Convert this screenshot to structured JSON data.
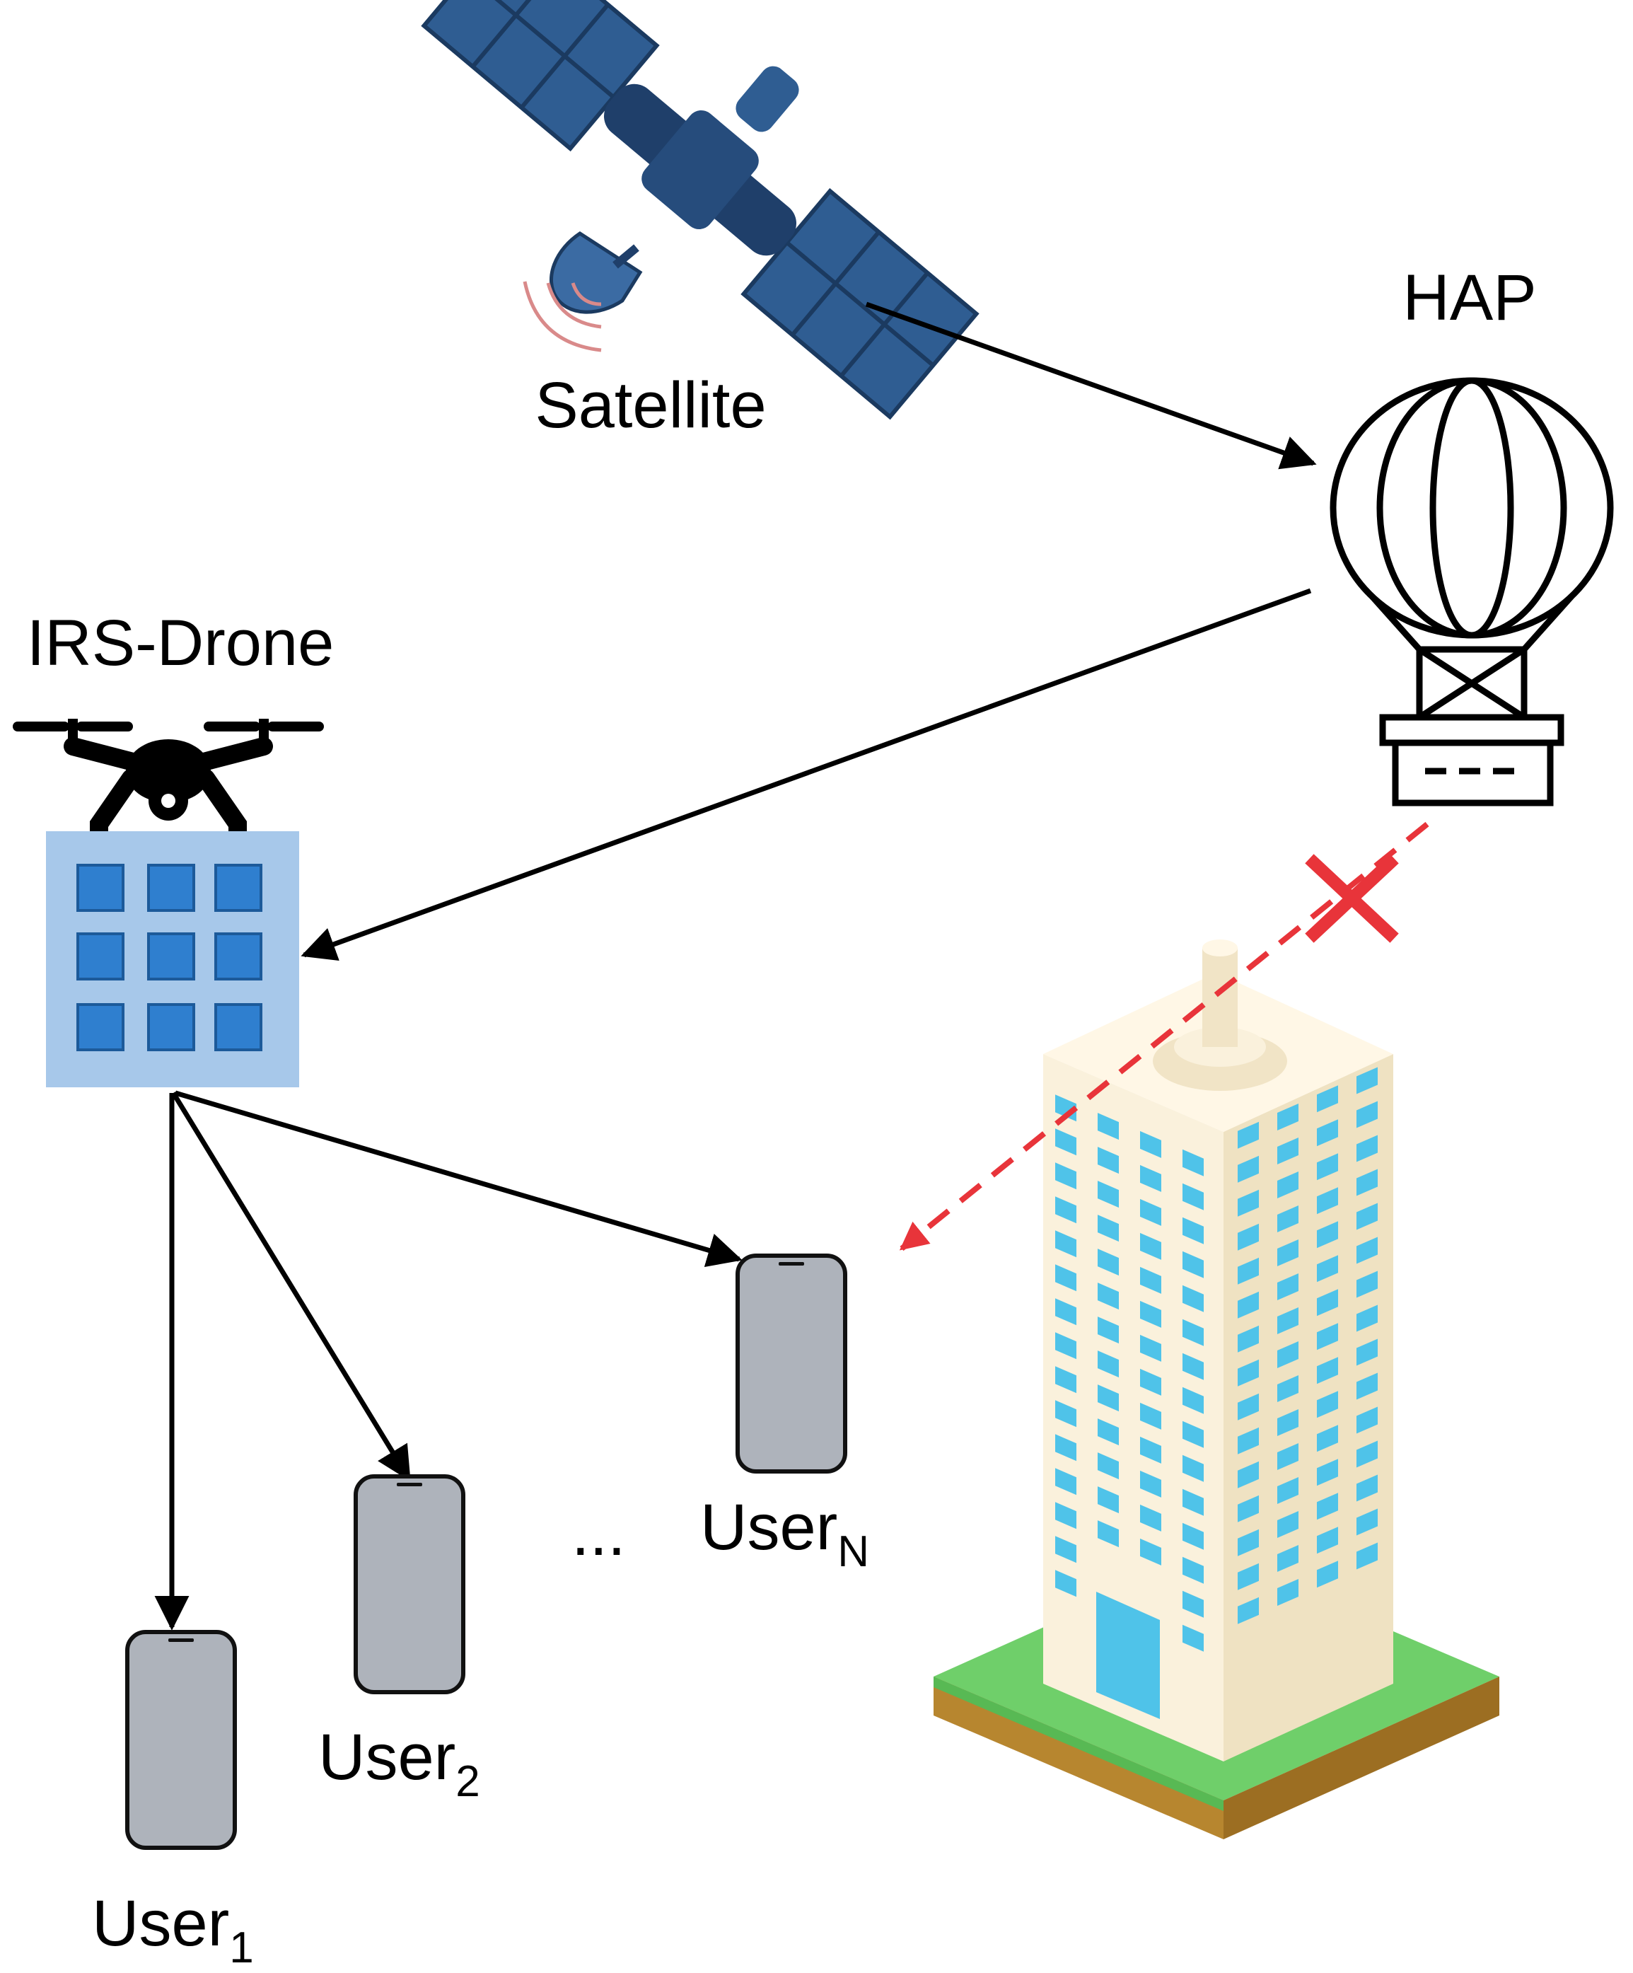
{
  "labels": {
    "satellite": "Satellite",
    "hap": "HAP",
    "irs_drone": "IRS-Drone",
    "ellipsis": "...",
    "user_base": "User",
    "user1_sub": "1",
    "user2_sub": "2",
    "userN_sub": "N"
  },
  "colors": {
    "link": "#000000",
    "blocked_link": "#e8343a",
    "irs_panel": "#a7c8ea",
    "irs_cell": "#2f7fcf",
    "satellite_body": "#1f3f6a",
    "satellite_panel": "#2f5d92",
    "phone_body": "#aeb3bb",
    "building_front": "#faf1dc",
    "building_side": "#efe2c2",
    "window": "#4fc3e9",
    "grass": "#6fcf6a",
    "soil": "#b7862f"
  },
  "icons": {
    "satellite": "satellite-icon",
    "hap": "balloon-icon",
    "irs_drone": "drone-icon",
    "building": "building-icon",
    "user": "smartphone-icon"
  }
}
